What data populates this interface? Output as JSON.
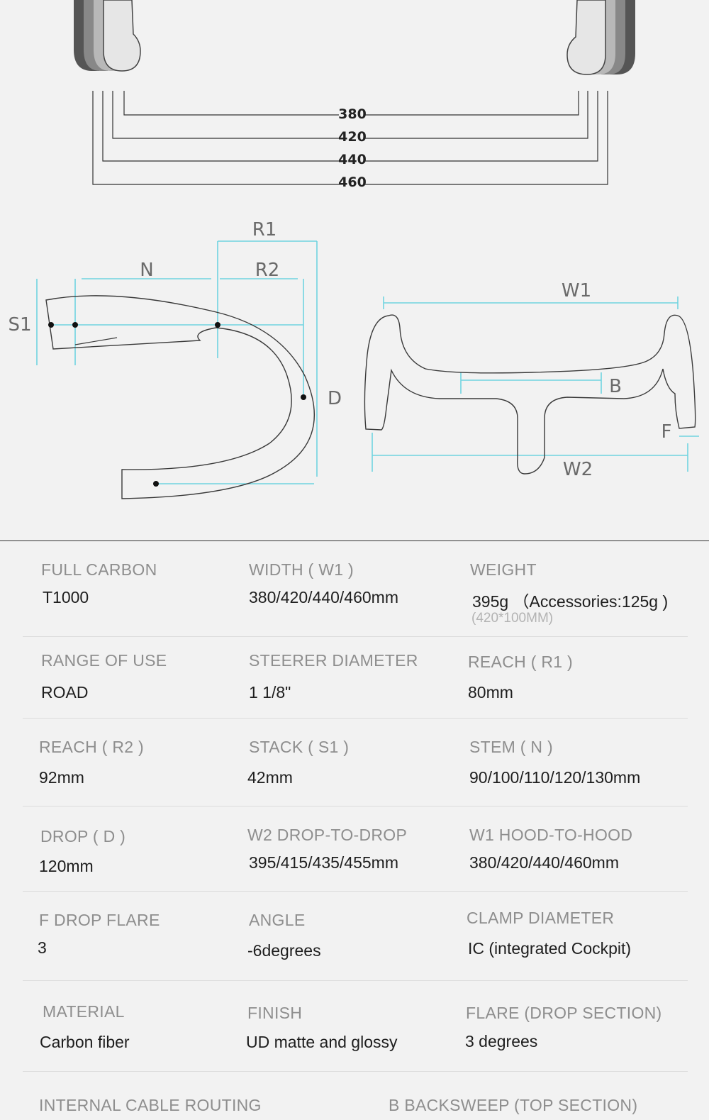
{
  "diagram": {
    "widths": [
      "380",
      "420",
      "440",
      "460"
    ],
    "labels": {
      "r1": "R1",
      "r2": "R2",
      "n": "N",
      "s1": "S1",
      "d": "D",
      "w1": "W1",
      "w2": "W2",
      "b": "B",
      "f": "F"
    }
  },
  "specs": {
    "row1": [
      {
        "label": "FULL CARBON",
        "value": "T1000"
      },
      {
        "label": "WIDTH ( W1 )",
        "value": "380/420/440/460mm"
      },
      {
        "label": "WEIGHT",
        "value": "395g （Accessories:125g )",
        "note": "(420*100MM)"
      }
    ],
    "row2": [
      {
        "label": "RANGE OF USE",
        "value": "ROAD"
      },
      {
        "label": "STEERER DIAMETER",
        "value": "1 1/8\""
      },
      {
        "label": "REACH ( R1 )",
        "value": "80mm"
      }
    ],
    "row3": [
      {
        "label": "REACH ( R2 )",
        "value": "92mm"
      },
      {
        "label": "STACK ( S1 )",
        "value": "42mm"
      },
      {
        "label": "STEM ( N )",
        "value": "90/100/110/120/130mm"
      }
    ],
    "row4": [
      {
        "label": "DROP ( D )",
        "value": "120mm"
      },
      {
        "label": "W2 DROP-TO-DROP",
        "value": "395/415/435/455mm"
      },
      {
        "label": "W1 HOOD-TO-HOOD",
        "value": "380/420/440/460mm"
      }
    ],
    "row5": [
      {
        "label": "F DROP FLARE",
        "value": "3"
      },
      {
        "label": "ANGLE",
        "value": "-6degrees"
      },
      {
        "label": "CLAMP DIAMETER",
        "value": "IC (integrated Cockpit)"
      }
    ],
    "row6": [
      {
        "label": "MATERIAL",
        "value": "Carbon fiber"
      },
      {
        "label": "FINISH",
        "value": "UD matte and glossy"
      },
      {
        "label": "FLARE (DROP SECTION)",
        "value": "3 degrees"
      }
    ],
    "row7": [
      {
        "label": "INTERNAL CABLE ROUTING"
      },
      {
        "label": "B BACKSWEEP (TOP SECTION)"
      }
    ]
  }
}
